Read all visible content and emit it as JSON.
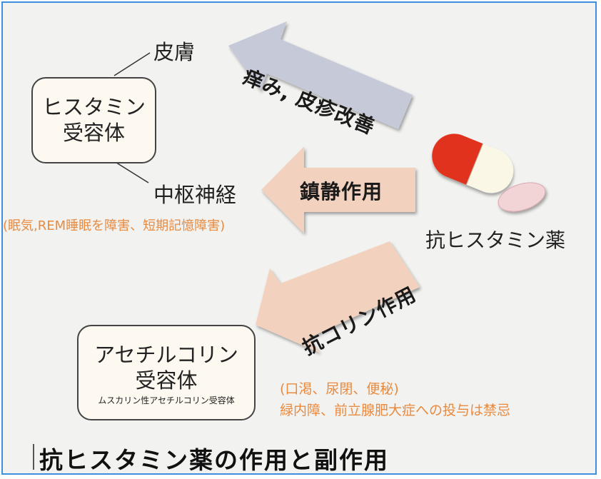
{
  "histamine_receptor": {
    "line1": "ヒスタミン",
    "line2": "受容体"
  },
  "targets": {
    "skin": "皮膚",
    "cns": "中枢神経",
    "cns_side_effects": "(眠気,REM睡眠を障害、短期記憶障害)"
  },
  "arrows": {
    "itch": "痒み, 皮疹改善",
    "sedation": "鎮静作用",
    "anticholinergic": "抗コリン作用"
  },
  "drug": {
    "label": "抗ヒスタミン薬"
  },
  "acetylcholine_receptor": {
    "line1": "アセチルコリン",
    "line2": "受容体",
    "sub": "ムスカリン性アセチルコリン受容体"
  },
  "anticholinergic_effects": {
    "line1": "(口渇、尿閉、便秘)",
    "line2": "緑内障、前立腺肥大症への投与は禁忌"
  },
  "title": "抗ヒスタミン薬の作用と副作用",
  "colors": {
    "arrow_itch": "#c6c9d8",
    "arrow_sedation": "#f2d2bf",
    "arrow_anticholinergic": "#f2d2bf",
    "capsule_red": "#e0301e",
    "capsule_cream": "#fbf7e6",
    "tablet_pink": "#f3d4d6",
    "side_effect_text": "#e88a40",
    "frame_border": "#3d8fe0"
  }
}
